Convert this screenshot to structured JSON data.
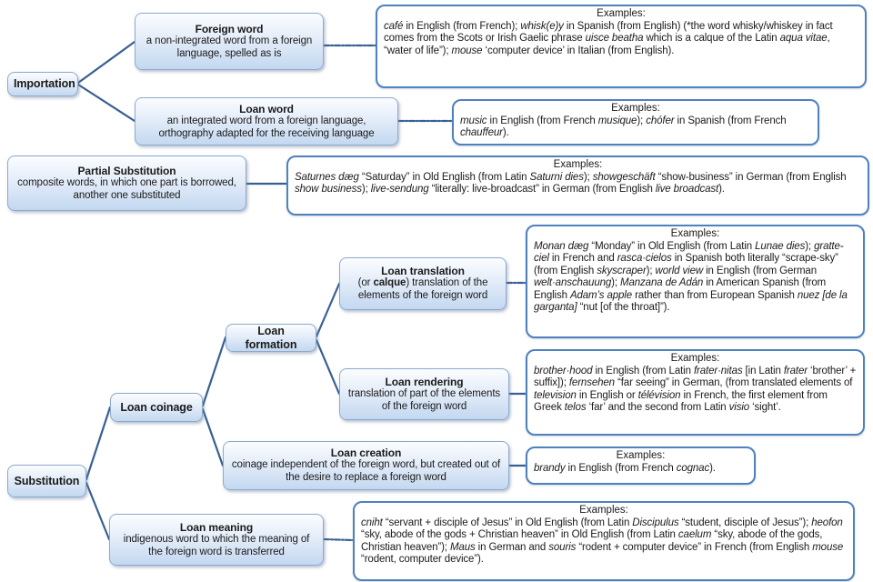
{
  "examples_heading": "Examples:",
  "colors": {
    "box_border": "#8eaacb",
    "box_fill_top": "#fbfdff",
    "box_fill_bottom": "#c3d8f0",
    "example_border": "#4f81bd",
    "line": "#376092"
  },
  "nodes": {
    "importation": {
      "title": "Importation"
    },
    "substitution": {
      "title": "Substitution"
    },
    "loan_coinage": {
      "title": "Loan coinage"
    },
    "loan_formation": {
      "title": "Loan formation"
    },
    "foreign_word": {
      "title": "Foreign word",
      "desc": [
        [
          "a non-integrated word from a foreign language, spelled as is",
          0
        ]
      ]
    },
    "loan_word": {
      "title": "Loan word",
      "desc": [
        [
          "an integrated word from a foreign language, orthography adapted for the receiving language",
          0
        ]
      ]
    },
    "partial_substitution": {
      "title": "Partial Substitution",
      "desc": [
        [
          "composite words, in which one part is borrowed, another one substituted",
          0
        ]
      ]
    },
    "loan_translation": {
      "title": "Loan translation",
      "desc": [
        [
          "(or ",
          0
        ],
        [
          "calque",
          2
        ],
        [
          ") translation of the elements of the foreign word",
          0
        ]
      ]
    },
    "loan_rendering": {
      "title": "Loan rendering",
      "desc": [
        [
          "translation of part of the elements of the foreign word",
          0
        ]
      ]
    },
    "loan_creation": {
      "title": "Loan creation",
      "desc": [
        [
          "coinage independent of the foreign word, but created out of the desire to replace a foreign word",
          0
        ]
      ]
    },
    "loan_meaning": {
      "title": "Loan meaning",
      "desc": [
        [
          "indigenous word to which the meaning of the foreign word is transferred",
          0
        ]
      ]
    }
  },
  "examples": {
    "foreign_word": [
      [
        "café",
        1
      ],
      [
        " in English (from French); ",
        0
      ],
      [
        "whisk(e)y",
        1
      ],
      [
        " in Spanish (from English) (*the word whisky/whiskey in fact comes from the Scots or Irish Gaelic phrase ",
        0
      ],
      [
        "uisce beatha",
        1
      ],
      [
        " which is a calque of the Latin ",
        0
      ],
      [
        "aqua vitae",
        1
      ],
      [
        ", “water of life”); ",
        0
      ],
      [
        "mouse",
        1
      ],
      [
        " ‘computer device’ in Italian (from English).",
        0
      ]
    ],
    "loan_word": [
      [
        "music",
        1
      ],
      [
        " in English (from French ",
        0
      ],
      [
        "musique",
        1
      ],
      [
        "); ",
        0
      ],
      [
        "chófer",
        1
      ],
      [
        " in Spanish (from French ",
        0
      ],
      [
        "chauffeur",
        1
      ],
      [
        ").",
        0
      ]
    ],
    "partial_substitution": [
      [
        "Saturnes dæg",
        1
      ],
      [
        " “Saturday” in Old English (from Latin ",
        0
      ],
      [
        "Saturni dies",
        1
      ],
      [
        "); ",
        0
      ],
      [
        "showgeschäft",
        1
      ],
      [
        " “show-business” in German (from English ",
        0
      ],
      [
        "show business",
        1
      ],
      [
        "); ",
        0
      ],
      [
        "live-sendung",
        1
      ],
      [
        " “literally: live-broadcast” in German (from English ",
        0
      ],
      [
        "live broadcast",
        1
      ],
      [
        ").",
        0
      ]
    ],
    "loan_translation": [
      [
        "Monan dæg",
        1
      ],
      [
        " “Monday” in Old English (from Latin ",
        0
      ],
      [
        "Lunae dies",
        1
      ],
      [
        "); ",
        0
      ],
      [
        "gratte-ciel",
        1
      ],
      [
        " in French and ",
        0
      ],
      [
        "rasca·cielos",
        1
      ],
      [
        " in Spanish both literally “scrape-sky” (from English ",
        0
      ],
      [
        "skyscraper",
        1
      ],
      [
        "); ",
        0
      ],
      [
        "world view",
        1
      ],
      [
        " in English (from German ",
        0
      ],
      [
        "welt·anschauung",
        1
      ],
      [
        "); ",
        0
      ],
      [
        "Manzana de Adán",
        1
      ],
      [
        " in American Spanish (from English ",
        0
      ],
      [
        "Adam’s apple",
        1
      ],
      [
        " rather than from European Spanish ",
        0
      ],
      [
        "nuez [de la garganta]",
        1
      ],
      [
        " “nut [of the throat]”).",
        0
      ]
    ],
    "loan_rendering": [
      [
        "brother·hood",
        1
      ],
      [
        " in English (from Latin ",
        0
      ],
      [
        "frater·nitas",
        1
      ],
      [
        " [in Latin ",
        0
      ],
      [
        "frater",
        1
      ],
      [
        " ‘brother’ + suffix]); ",
        0
      ],
      [
        "fernsehen",
        1
      ],
      [
        " “far seeing” in German, (from translated elements of ",
        0
      ],
      [
        "television",
        1
      ],
      [
        " in English or ",
        0
      ],
      [
        "télévision",
        1
      ],
      [
        " in French, the first element from Greek ",
        0
      ],
      [
        "telos",
        1
      ],
      [
        " ‘far’ and the second from Latin ",
        0
      ],
      [
        "visio",
        1
      ],
      [
        " ‘sight’.",
        0
      ]
    ],
    "loan_creation": [
      [
        "brandy",
        1
      ],
      [
        " in English (from French ",
        0
      ],
      [
        "cognac",
        1
      ],
      [
        ").",
        0
      ]
    ],
    "loan_meaning": [
      [
        "cniht",
        1
      ],
      [
        " “servant + disciple of Jesus” in Old English (from Latin ",
        0
      ],
      [
        "Discipulus",
        1
      ],
      [
        " “student, disciple of Jesus”); ",
        0
      ],
      [
        "heofon",
        1
      ],
      [
        " “sky, abode of the gods + Christian heaven” in Old English (from Latin ",
        0
      ],
      [
        "caelum",
        1
      ],
      [
        " “sky, abode of the gods, Christian heaven”); ",
        0
      ],
      [
        "Maus",
        1
      ],
      [
        " in German and ",
        0
      ],
      [
        "souris",
        1
      ],
      [
        " “rodent + computer device” in French (from English ",
        0
      ],
      [
        "mouse",
        1
      ],
      [
        " “rodent, computer device”).",
        0
      ]
    ]
  }
}
